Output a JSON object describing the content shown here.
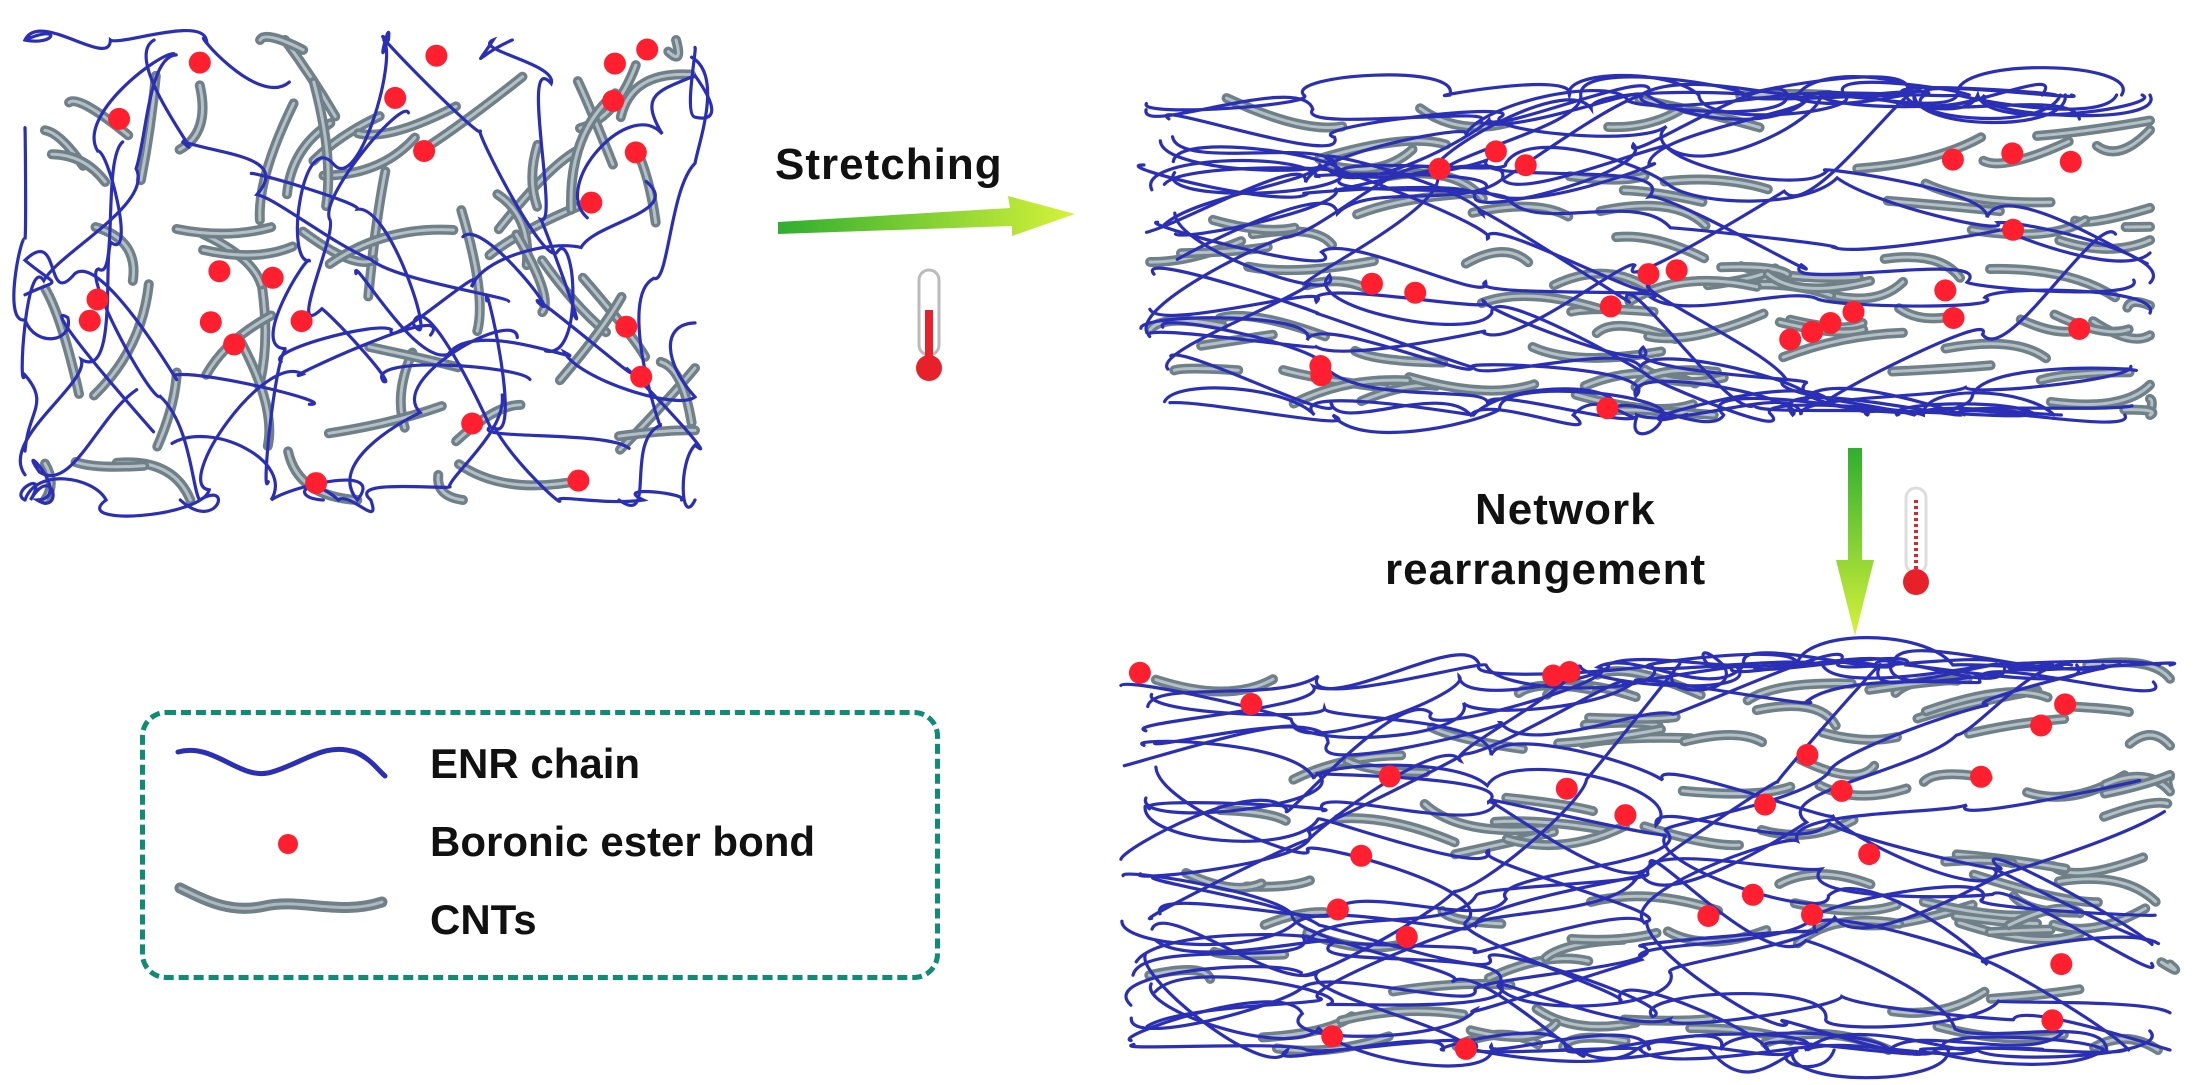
{
  "labels": {
    "stretching": "Stretching",
    "network_line1": "Network",
    "network_line2": "rearrangement"
  },
  "legend": {
    "enr_chain": "ENR chain",
    "boronic_ester": "Boronic ester  bond",
    "cnts": "CNTs"
  },
  "colors": {
    "chain": "#2a2fb5",
    "bond": "#ff1f2f",
    "cnt": "#6f8088",
    "legend_border": "#0e8c74",
    "arrow_green": "#2fae2f",
    "arrow_yellow": "#d7f23a",
    "thermometer_red": "#e8202a"
  },
  "icons": [
    "thermometer-icon",
    "arrow-right-icon",
    "arrow-down-icon"
  ]
}
